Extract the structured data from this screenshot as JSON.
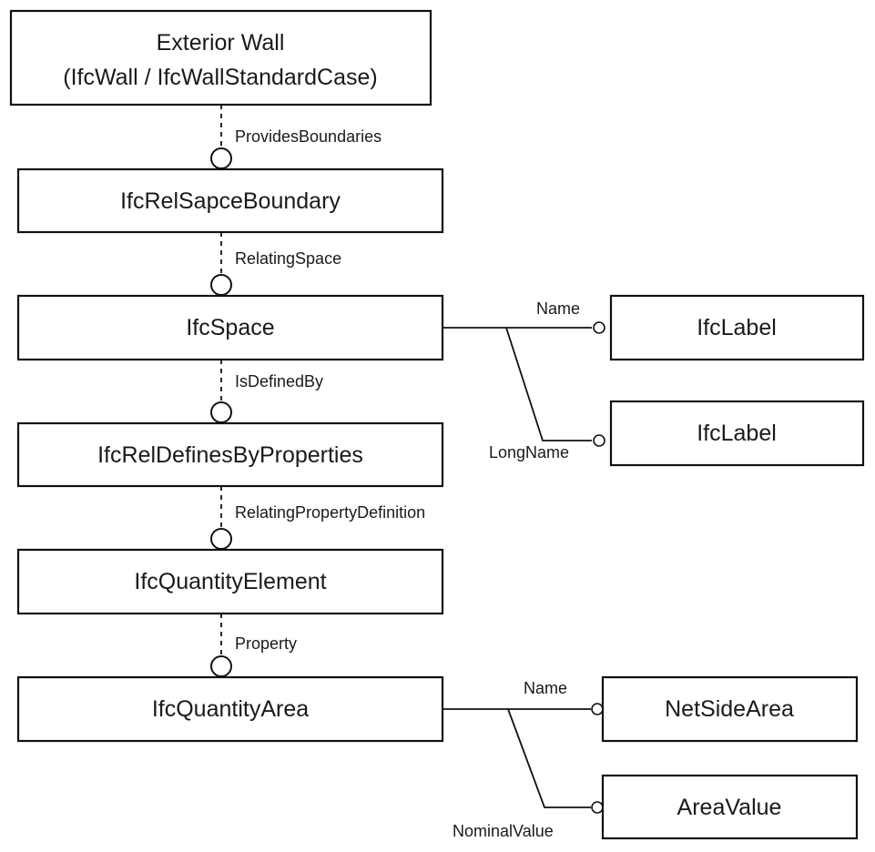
{
  "entities": {
    "exterior_wall_line1": "Exterior Wall",
    "exterior_wall_line2": "(IfcWall / IfcWallStandardCase)",
    "rel_space_boundary": "IfcRelSapceBoundary",
    "space": "IfcSpace",
    "rel_defines_by_properties": "IfcRelDefinesByProperties",
    "quantity_element": "IfcQuantityElement",
    "quantity_area": "IfcQuantityArea",
    "label_name": "IfcLabel",
    "label_longname": "IfcLabel",
    "net_side_area": "NetSideArea",
    "area_value": "AreaValue"
  },
  "relations": {
    "provides_boundaries": "ProvidesBoundaries",
    "relating_space": "RelatingSpace",
    "is_defined_by": "IsDefinedBy",
    "relating_property_definition": "RelatingPropertyDefinition",
    "property": "Property",
    "space_name": "Name",
    "space_long_name": "LongName",
    "area_name": "Name",
    "area_nominal_value": "NominalValue"
  }
}
